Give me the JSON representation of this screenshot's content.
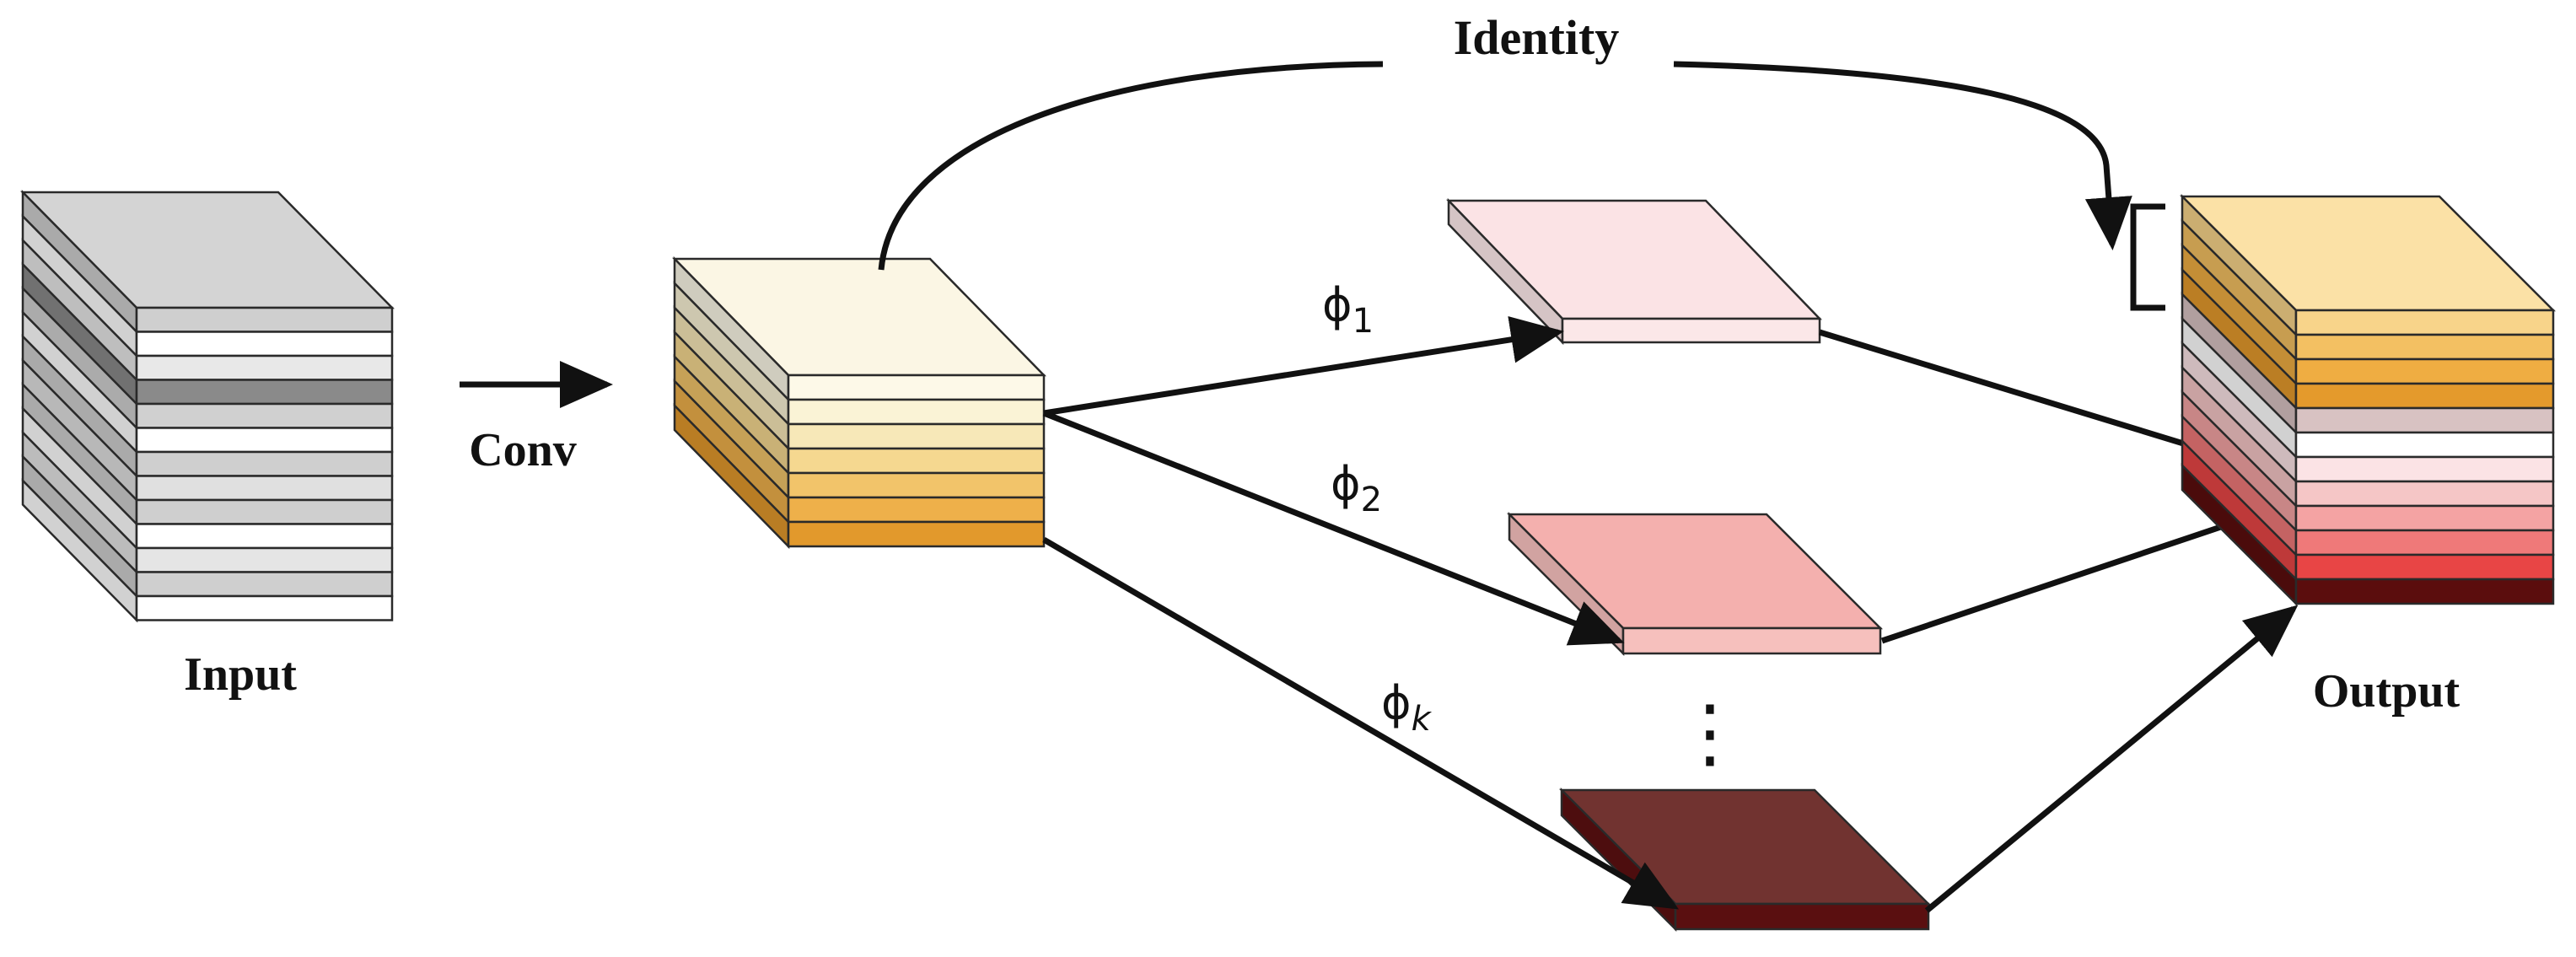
{
  "labels": {
    "input": "Input",
    "conv": "Conv",
    "identity": "Identity",
    "output": "Output",
    "ellipsis": "⋮"
  },
  "branches": [
    {
      "symbol": "ϕ",
      "sub": "1"
    },
    {
      "symbol": "ϕ",
      "sub": "2"
    },
    {
      "symbol": "ϕ",
      "sub": "k"
    }
  ],
  "colors": {
    "input_top": "#d4d4d4",
    "input_stripes": [
      "#cfcfcf",
      "#ffffff",
      "#e8e8e8",
      "#8a8a8a",
      "#d0d0d0",
      "#ffffff",
      "#cfcfcf",
      "#e0e0e0",
      "#cfcfcf",
      "#ffffff",
      "#e5e5e5",
      "#cfcfcf",
      "#ffffff"
    ],
    "conv_top": "#fbf6e4",
    "conv_stripes": [
      "#fdf9e8",
      "#faf3d6",
      "#f7e8b8",
      "#f5d890",
      "#f2c46a",
      "#eeb04a",
      "#e2992c"
    ],
    "phi1_top": "#fbe3e5",
    "phi2_top": "#f4b0ae",
    "phik_top": "#713330",
    "output_top": "#fbe1a6",
    "output_stripes": [
      "#f8d48a",
      "#f3c062",
      "#efad42",
      "#e49a2c",
      "#d8c2c2",
      "#ffffff",
      "#fbe3e5",
      "#f5c6c6",
      "#f4a3a3",
      "#ef7979",
      "#e84545",
      "#5b0d0d"
    ]
  }
}
